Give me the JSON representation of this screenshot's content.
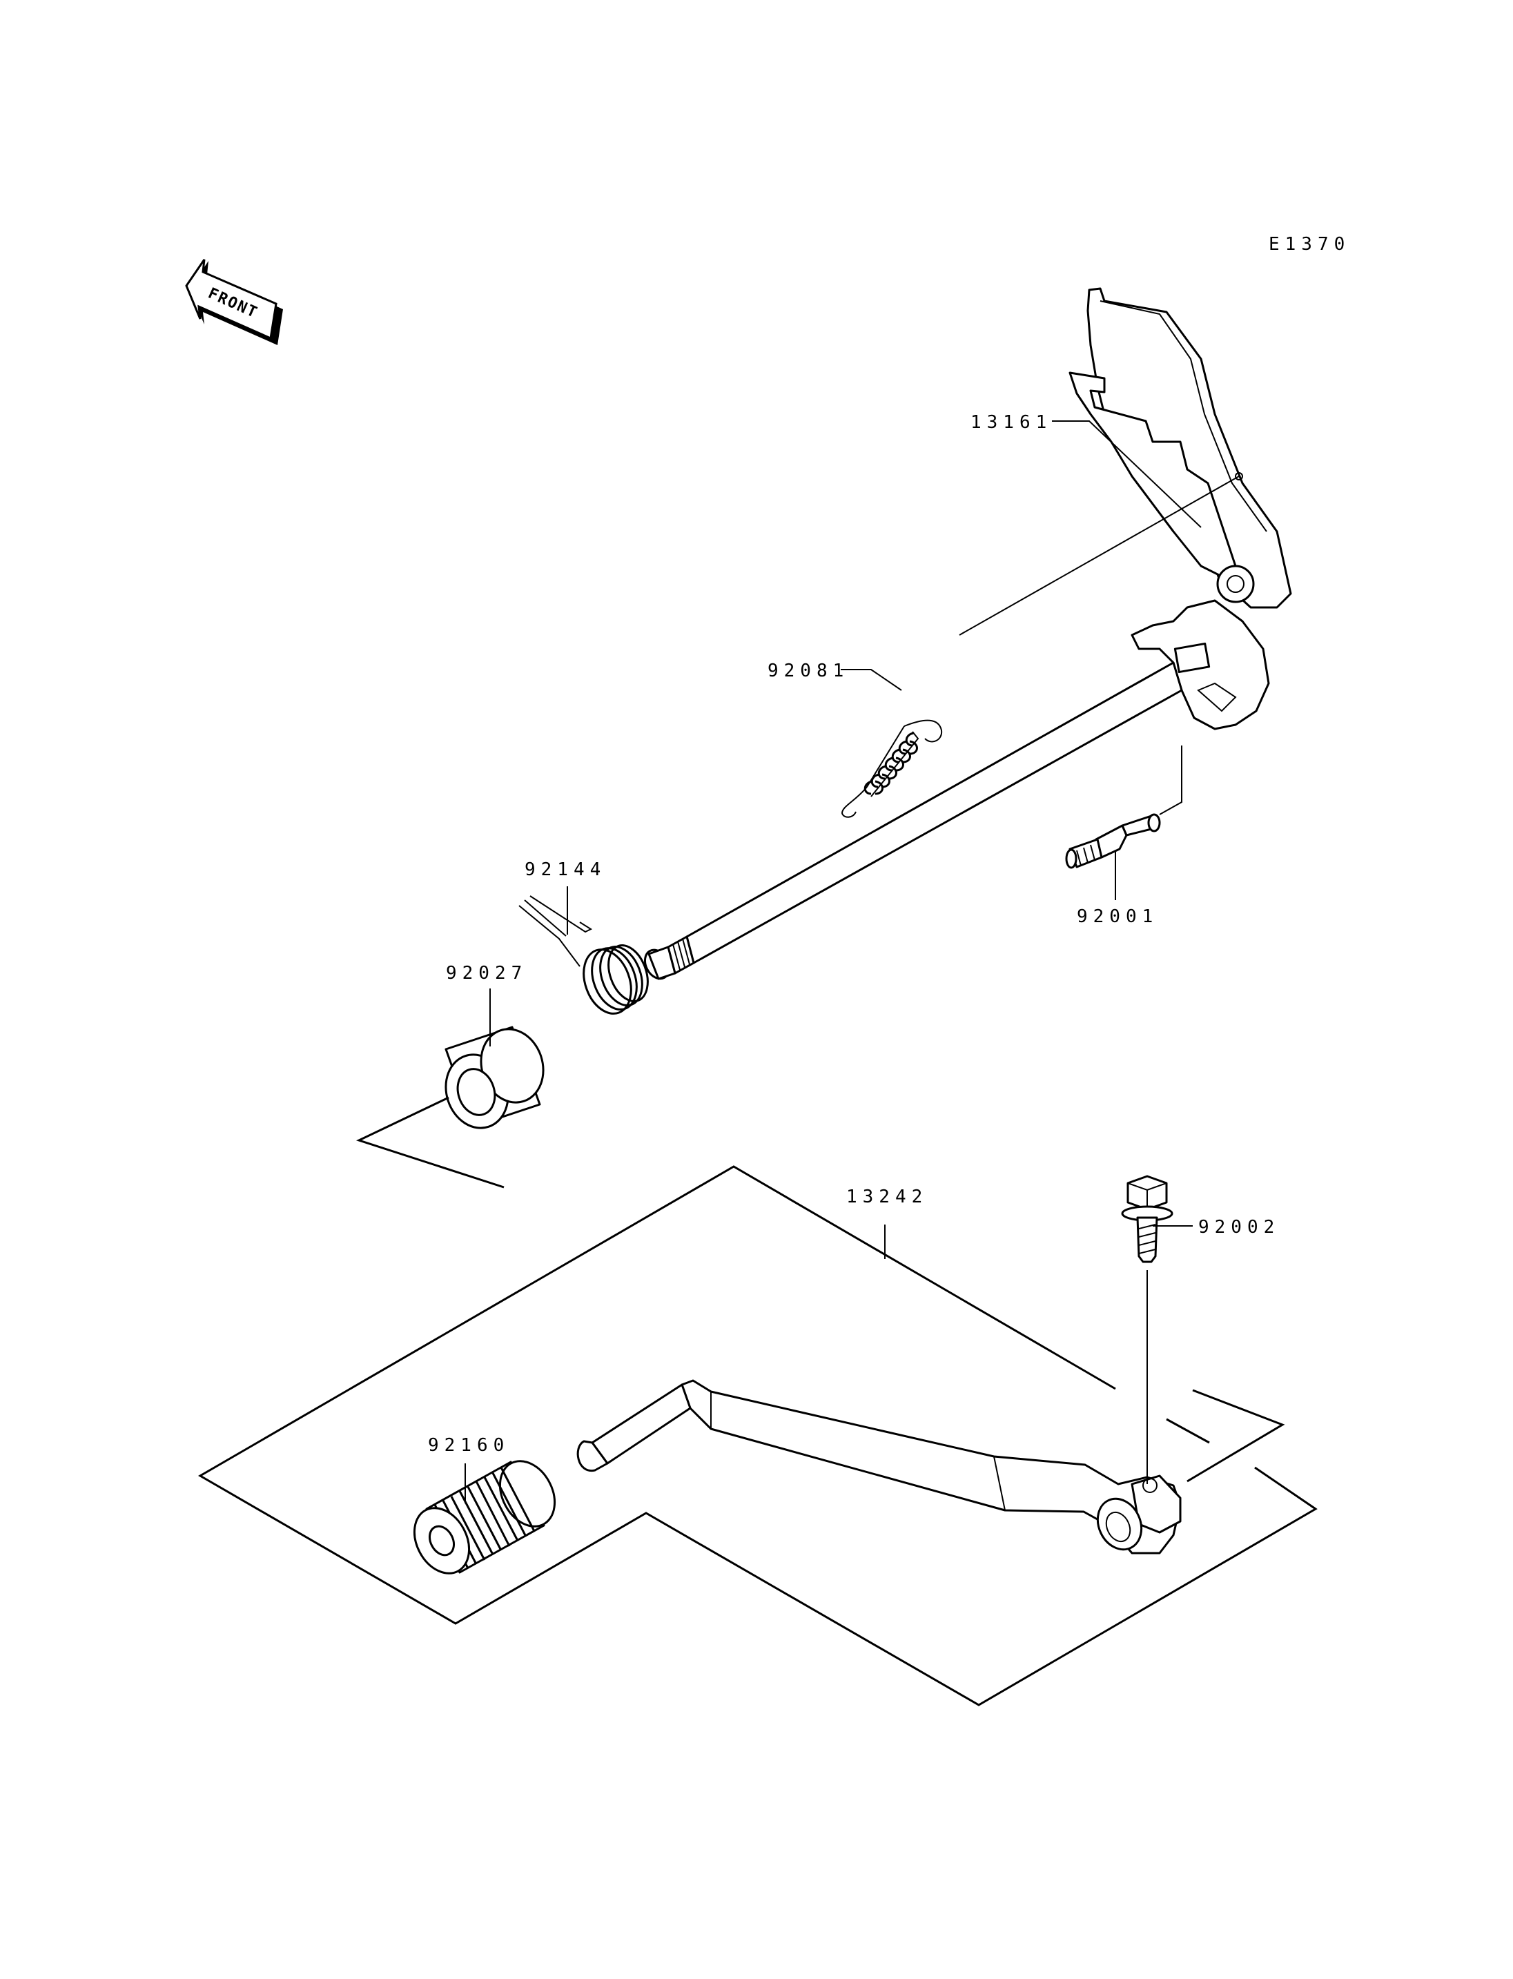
{
  "diagram_code": "E1370",
  "front_label": "FRONT",
  "callouts": {
    "p13161": "13161",
    "p92081": "92081",
    "p92001": "92001",
    "p92144": "92144",
    "p92027": "92027",
    "p13242": "13242",
    "p92002": "92002",
    "p92160": "92160"
  }
}
